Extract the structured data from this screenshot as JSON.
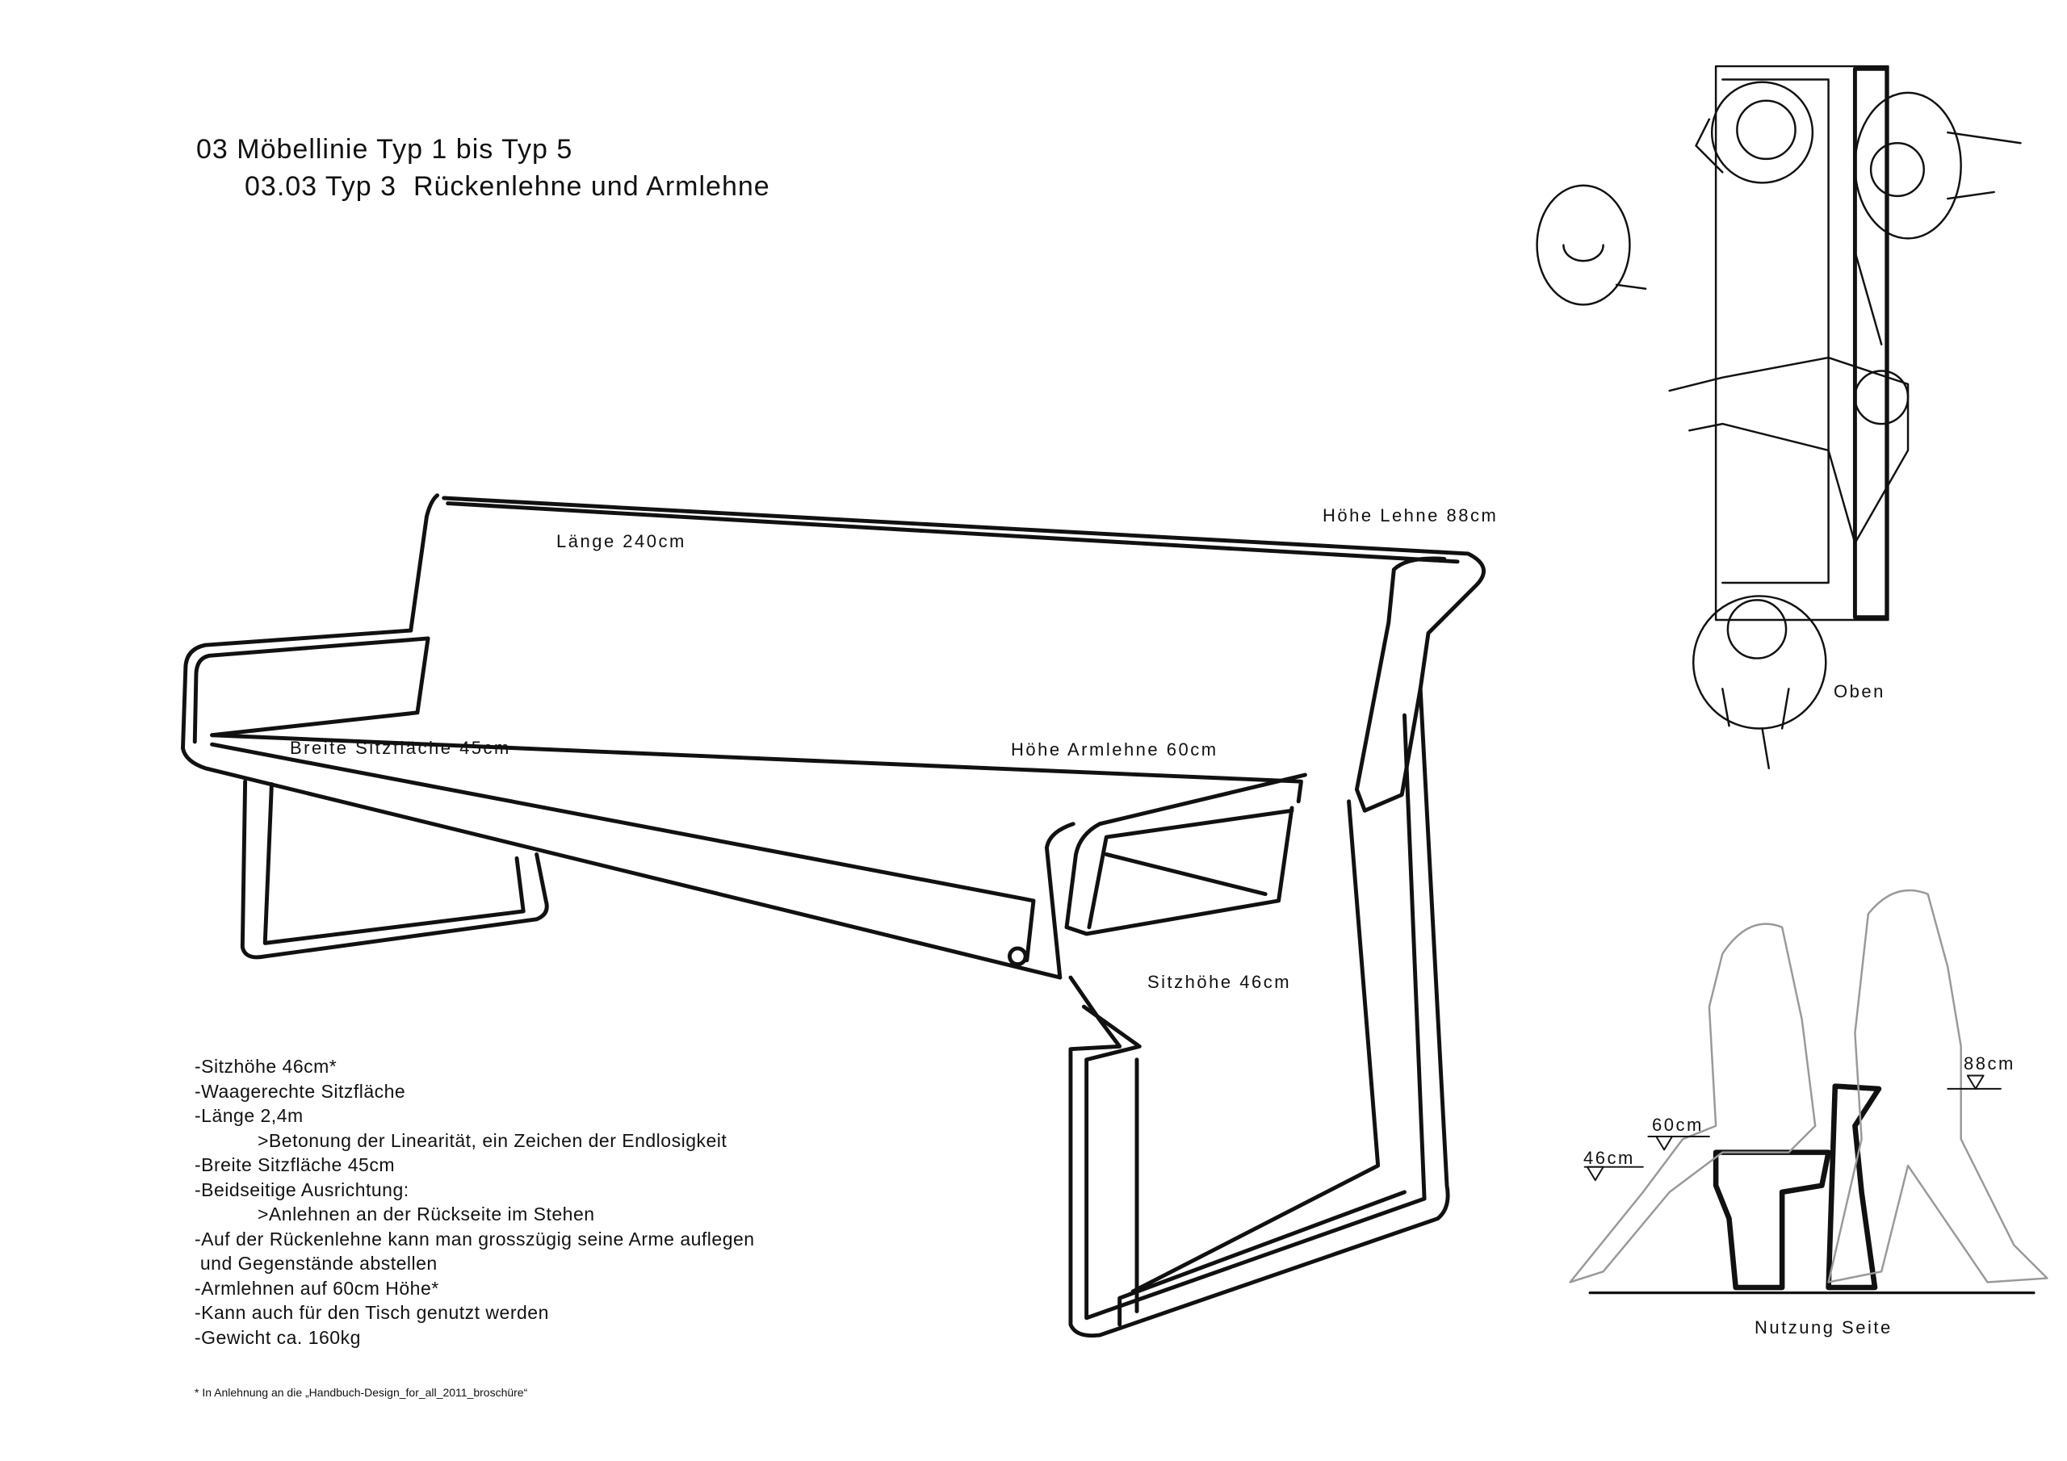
{
  "header": {
    "title": "03 Möbellinie Typ 1 bis Typ 5",
    "subtitle": "03.03 Typ 3  Rückenlehne und Armlehne"
  },
  "bench_labels": {
    "laenge": "Länge 240cm",
    "hoehe_lehne": "Höhe Lehne 88cm",
    "breite_sitz": "Breite Sitzfläche 45cm",
    "hoehe_armlehne": "Höhe Armlehne 60cm",
    "sitzhoehe": "Sitzhöhe 46cm"
  },
  "plan_view": {
    "caption": "Oben"
  },
  "side_view": {
    "caption": "Nutzung Seite",
    "h88": "88cm",
    "h60": "60cm",
    "h46": "46cm"
  },
  "features": [
    "-Sitzhöhe 46cm*",
    "-Waagerechte Sitzfläche",
    "-Länge 2,4m",
    ">Betonung der Linearität, ein Zeichen der Endlosigkeit",
    "-Breite Sitzfläche 45cm",
    "-Beidseitige Ausrichtung:",
    ">Anlehnen an der Rückseite im Stehen",
    "-Auf der Rückenlehne kann man grosszügig seine Arme auflegen",
    " und Gegenstände abstellen",
    "-Armlehnen auf 60cm Höhe*",
    "-Kann auch für den Tisch genutzt werden",
    "-Gewicht ca. 160kg"
  ],
  "footnote": "* In Anlehnung an die „Handbuch-Design_for_all_2011_broschüre“"
}
